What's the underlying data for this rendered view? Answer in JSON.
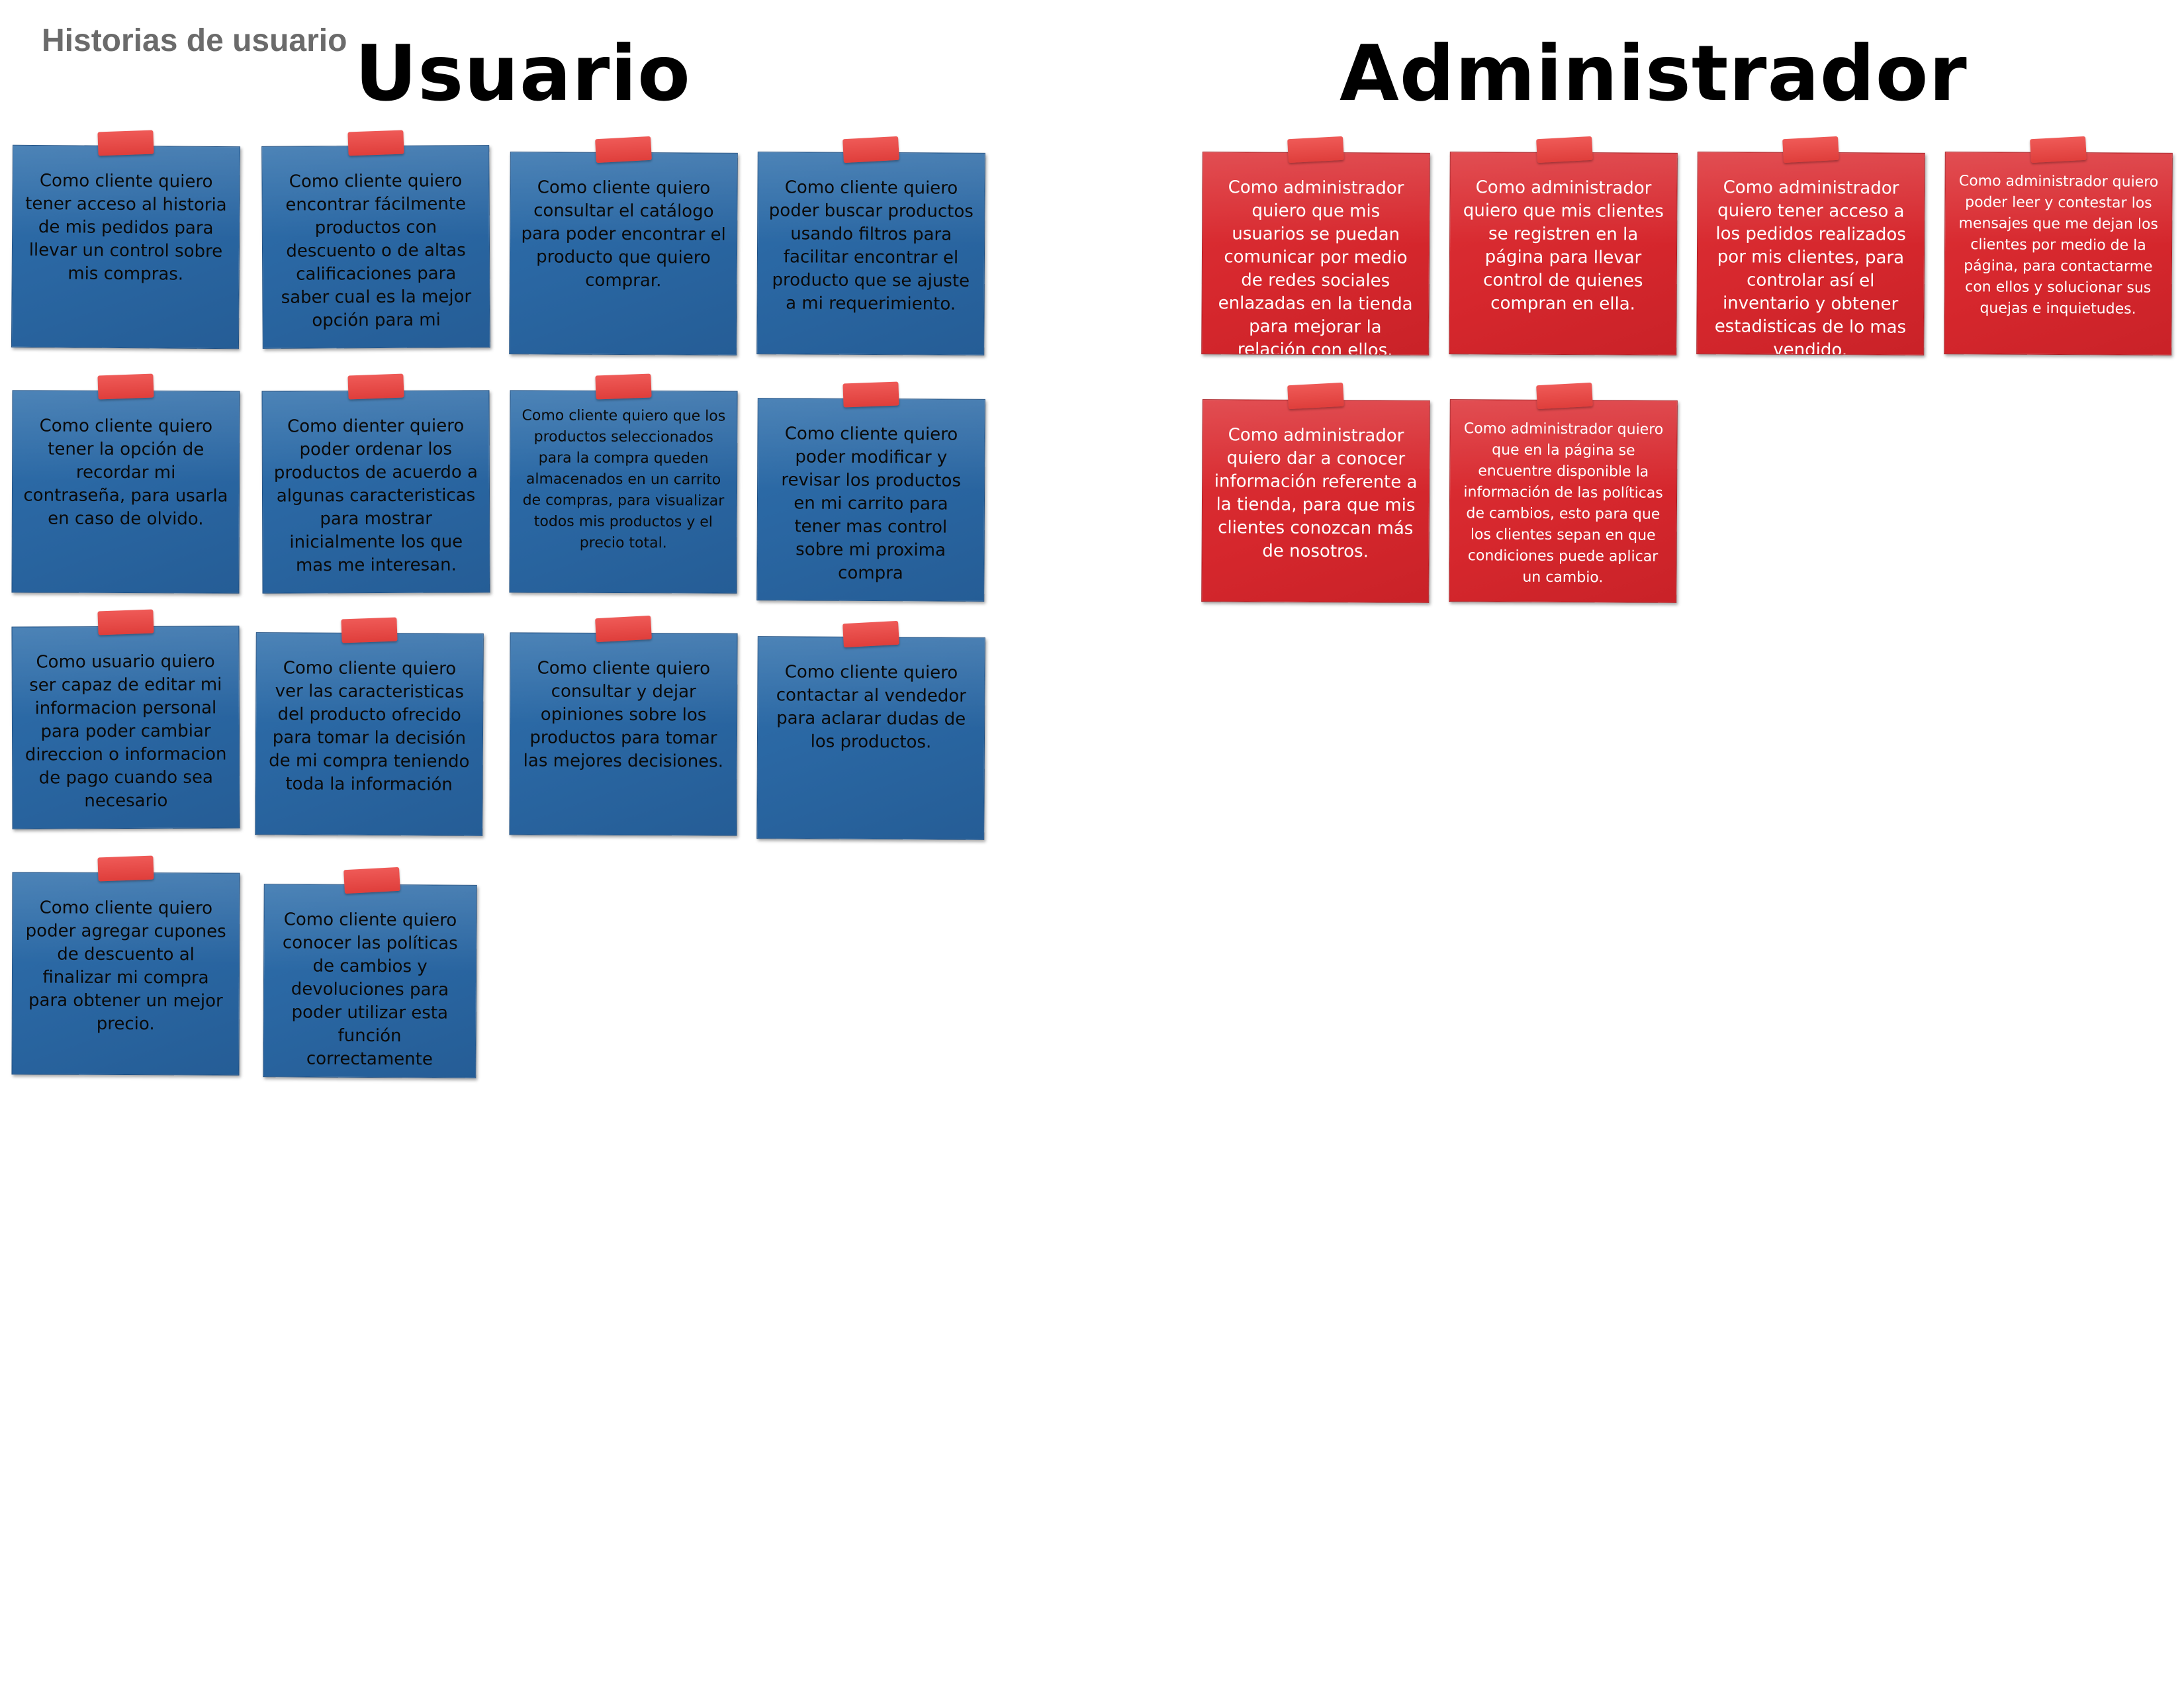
{
  "page_title": "Historias de usuario",
  "sections": {
    "usuario": "Usuario",
    "administrador": "Administrador"
  },
  "colors": {
    "blue_note": "#2a67a3",
    "red_note": "#d6272d",
    "tape": "#e34845"
  },
  "usuario_notes": [
    "Como cliente quiero tener acceso al historia de mis pedidos para llevar un control sobre mis compras.",
    "Como cliente quiero encontrar fácilmente productos con descuento o de altas calificaciones para saber cual es la mejor opción para mi",
    "Como cliente quiero consultar el catálogo para poder encontrar el producto que quiero comprar.",
    "Como cliente quiero poder buscar productos usando filtros para facilitar encontrar el producto que se ajuste a mi requerimiento.",
    "Como cliente quiero tener la opción de recordar mi contraseña, para usarla en caso de olvido.",
    "Como dienter quiero poder ordenar los productos de acuerdo a algunas caracteristicas para mostrar inicialmente los que mas me interesan.",
    "Como cliente quiero que los productos seleccionados para la compra queden almacenados en un carrito de compras, para visualizar todos mis productos y el precio total.",
    "Como cliente quiero poder modificar y revisar los productos en mi carrito para tener mas control sobre mi proxima compra",
    "Como usuario quiero ser capaz de editar mi informacion personal para poder cambiar direccion o informacion de pago cuando sea necesario",
    "Como cliente quiero ver las caracteristicas del producto ofrecido para tomar la decisión de mi compra teniendo toda la información",
    "Como cliente quiero consultar y dejar opiniones sobre los productos para tomar las mejores decisiones.",
    "Como cliente quiero contactar al vendedor para aclarar dudas de los productos.",
    "Como cliente quiero poder agregar cupones de descuento al finalizar mi compra para obtener un mejor precio.",
    "Como cliente quiero conocer las políticas de cambios y devoluciones para poder utilizar esta función correctamente"
  ],
  "admin_notes": [
    "Como administrador quiero que mis usuarios se puedan comunicar por medio de redes sociales enlazadas en la tienda para mejorar la relación con ellos.",
    "Como administrador quiero que mis clientes se registren en la página para llevar control de quienes compran en ella.",
    "Como administrador quiero tener acceso a los pedidos realizados por mis clientes, para controlar así el inventario y obtener estadisticas de lo mas vendido.",
    "Como administrador quiero poder leer y contestar los mensajes que me dejan los clientes por medio de la página, para contactarme con ellos y solucionar sus quejas e inquietudes.",
    "Como administrador quiero dar a conocer información referente a la tienda, para que mis clientes conozcan más de nosotros.",
    "Como administrador quiero que en la página se encuentre disponible la información de las políticas de cambios, esto para que los clientes sepan en que condiciones puede aplicar un cambio."
  ]
}
